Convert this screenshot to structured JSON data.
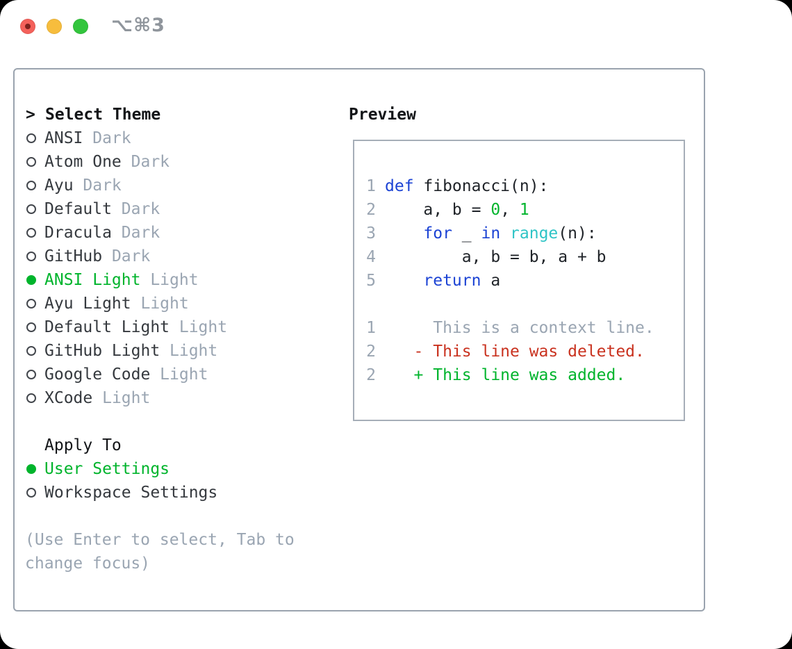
{
  "titlebar": {
    "shortcut": "⌥⌘3",
    "buttons": [
      {
        "name": "close",
        "dot": true
      },
      {
        "name": "minimize",
        "dot": false
      },
      {
        "name": "zoom",
        "dot": false
      }
    ]
  },
  "theme_panel": {
    "marker": ">",
    "title": "Select Theme",
    "items": [
      {
        "name": "ANSI",
        "variant": "Dark",
        "selected": false
      },
      {
        "name": "Atom One",
        "variant": "Dark",
        "selected": false
      },
      {
        "name": "Ayu",
        "variant": "Dark",
        "selected": false
      },
      {
        "name": "Default",
        "variant": "Dark",
        "selected": false
      },
      {
        "name": "Dracula",
        "variant": "Dark",
        "selected": false
      },
      {
        "name": "GitHub",
        "variant": "Dark",
        "selected": false
      },
      {
        "name": "ANSI Light",
        "variant": "Light",
        "selected": true
      },
      {
        "name": "Ayu Light",
        "variant": "Light",
        "selected": false
      },
      {
        "name": "Default Light",
        "variant": "Light",
        "selected": false
      },
      {
        "name": "GitHub Light",
        "variant": "Light",
        "selected": false
      },
      {
        "name": "Google Code",
        "variant": "Light",
        "selected": false
      },
      {
        "name": "XCode",
        "variant": "Light",
        "selected": false
      }
    ]
  },
  "apply_to": {
    "title": "Apply To",
    "options": [
      {
        "label": "User Settings",
        "selected": true
      },
      {
        "label": "Workspace Settings",
        "selected": false
      }
    ]
  },
  "hint": {
    "text": "(Use Enter to select, Tab to change focus)"
  },
  "preview": {
    "title": "Preview",
    "lines": [
      {
        "kind": "code",
        "num": "1",
        "tokens": [
          {
            "t": "def",
            "c": "kw"
          },
          {
            "t": " fibonacci(n):",
            "c": "plain"
          }
        ]
      },
      {
        "kind": "code",
        "num": "2",
        "tokens": [
          {
            "t": "    a, b = ",
            "c": "plain"
          },
          {
            "t": "0",
            "c": "num"
          },
          {
            "t": ", ",
            "c": "plain"
          },
          {
            "t": "1",
            "c": "num"
          }
        ]
      },
      {
        "kind": "code",
        "num": "3",
        "tokens": [
          {
            "t": "    ",
            "c": "plain"
          },
          {
            "t": "for",
            "c": "kw"
          },
          {
            "t": " _ ",
            "c": "plain"
          },
          {
            "t": "in",
            "c": "kw"
          },
          {
            "t": " ",
            "c": "plain"
          },
          {
            "t": "range",
            "c": "builtin"
          },
          {
            "t": "(n):",
            "c": "plain"
          }
        ]
      },
      {
        "kind": "code",
        "num": "4",
        "tokens": [
          {
            "t": "        a, b = b, a + b",
            "c": "plain"
          }
        ]
      },
      {
        "kind": "code",
        "num": "5",
        "tokens": [
          {
            "t": "    ",
            "c": "plain"
          },
          {
            "t": "return",
            "c": "kw"
          },
          {
            "t": " a",
            "c": "plain"
          }
        ]
      },
      {
        "kind": "blank",
        "num": "",
        "tokens": []
      },
      {
        "kind": "context",
        "num": "1",
        "tokens": [
          {
            "t": "     This is a context line.",
            "c": "context"
          }
        ]
      },
      {
        "kind": "deleted",
        "num": "2",
        "tokens": [
          {
            "t": "   - This line was deleted.",
            "c": "deleted"
          }
        ]
      },
      {
        "kind": "added",
        "num": "2",
        "tokens": [
          {
            "t": "   + This line was added.",
            "c": "added"
          }
        ]
      }
    ]
  },
  "colors": {
    "accent_green": "#00b42c",
    "keyword_blue": "#1c43d4",
    "builtin_cyan": "#2fc4c6",
    "deleted_red": "#c9321f",
    "muted_gray": "#9aa5b2",
    "text_dark": "#35393e",
    "code_black": "#1f2328",
    "header_black": "#131518",
    "radio_border": "#43474d",
    "panel_border": "#9aa3ae",
    "preview_border": "#a6aeb8",
    "light_red": "#f4615b",
    "light_red_dot": "#7e211d",
    "light_yellow": "#f7bd3d",
    "light_green": "#33c53d",
    "shortcut_gray": "#8f959c",
    "window_bg": "#ffffff",
    "page_bg": "#000000"
  }
}
